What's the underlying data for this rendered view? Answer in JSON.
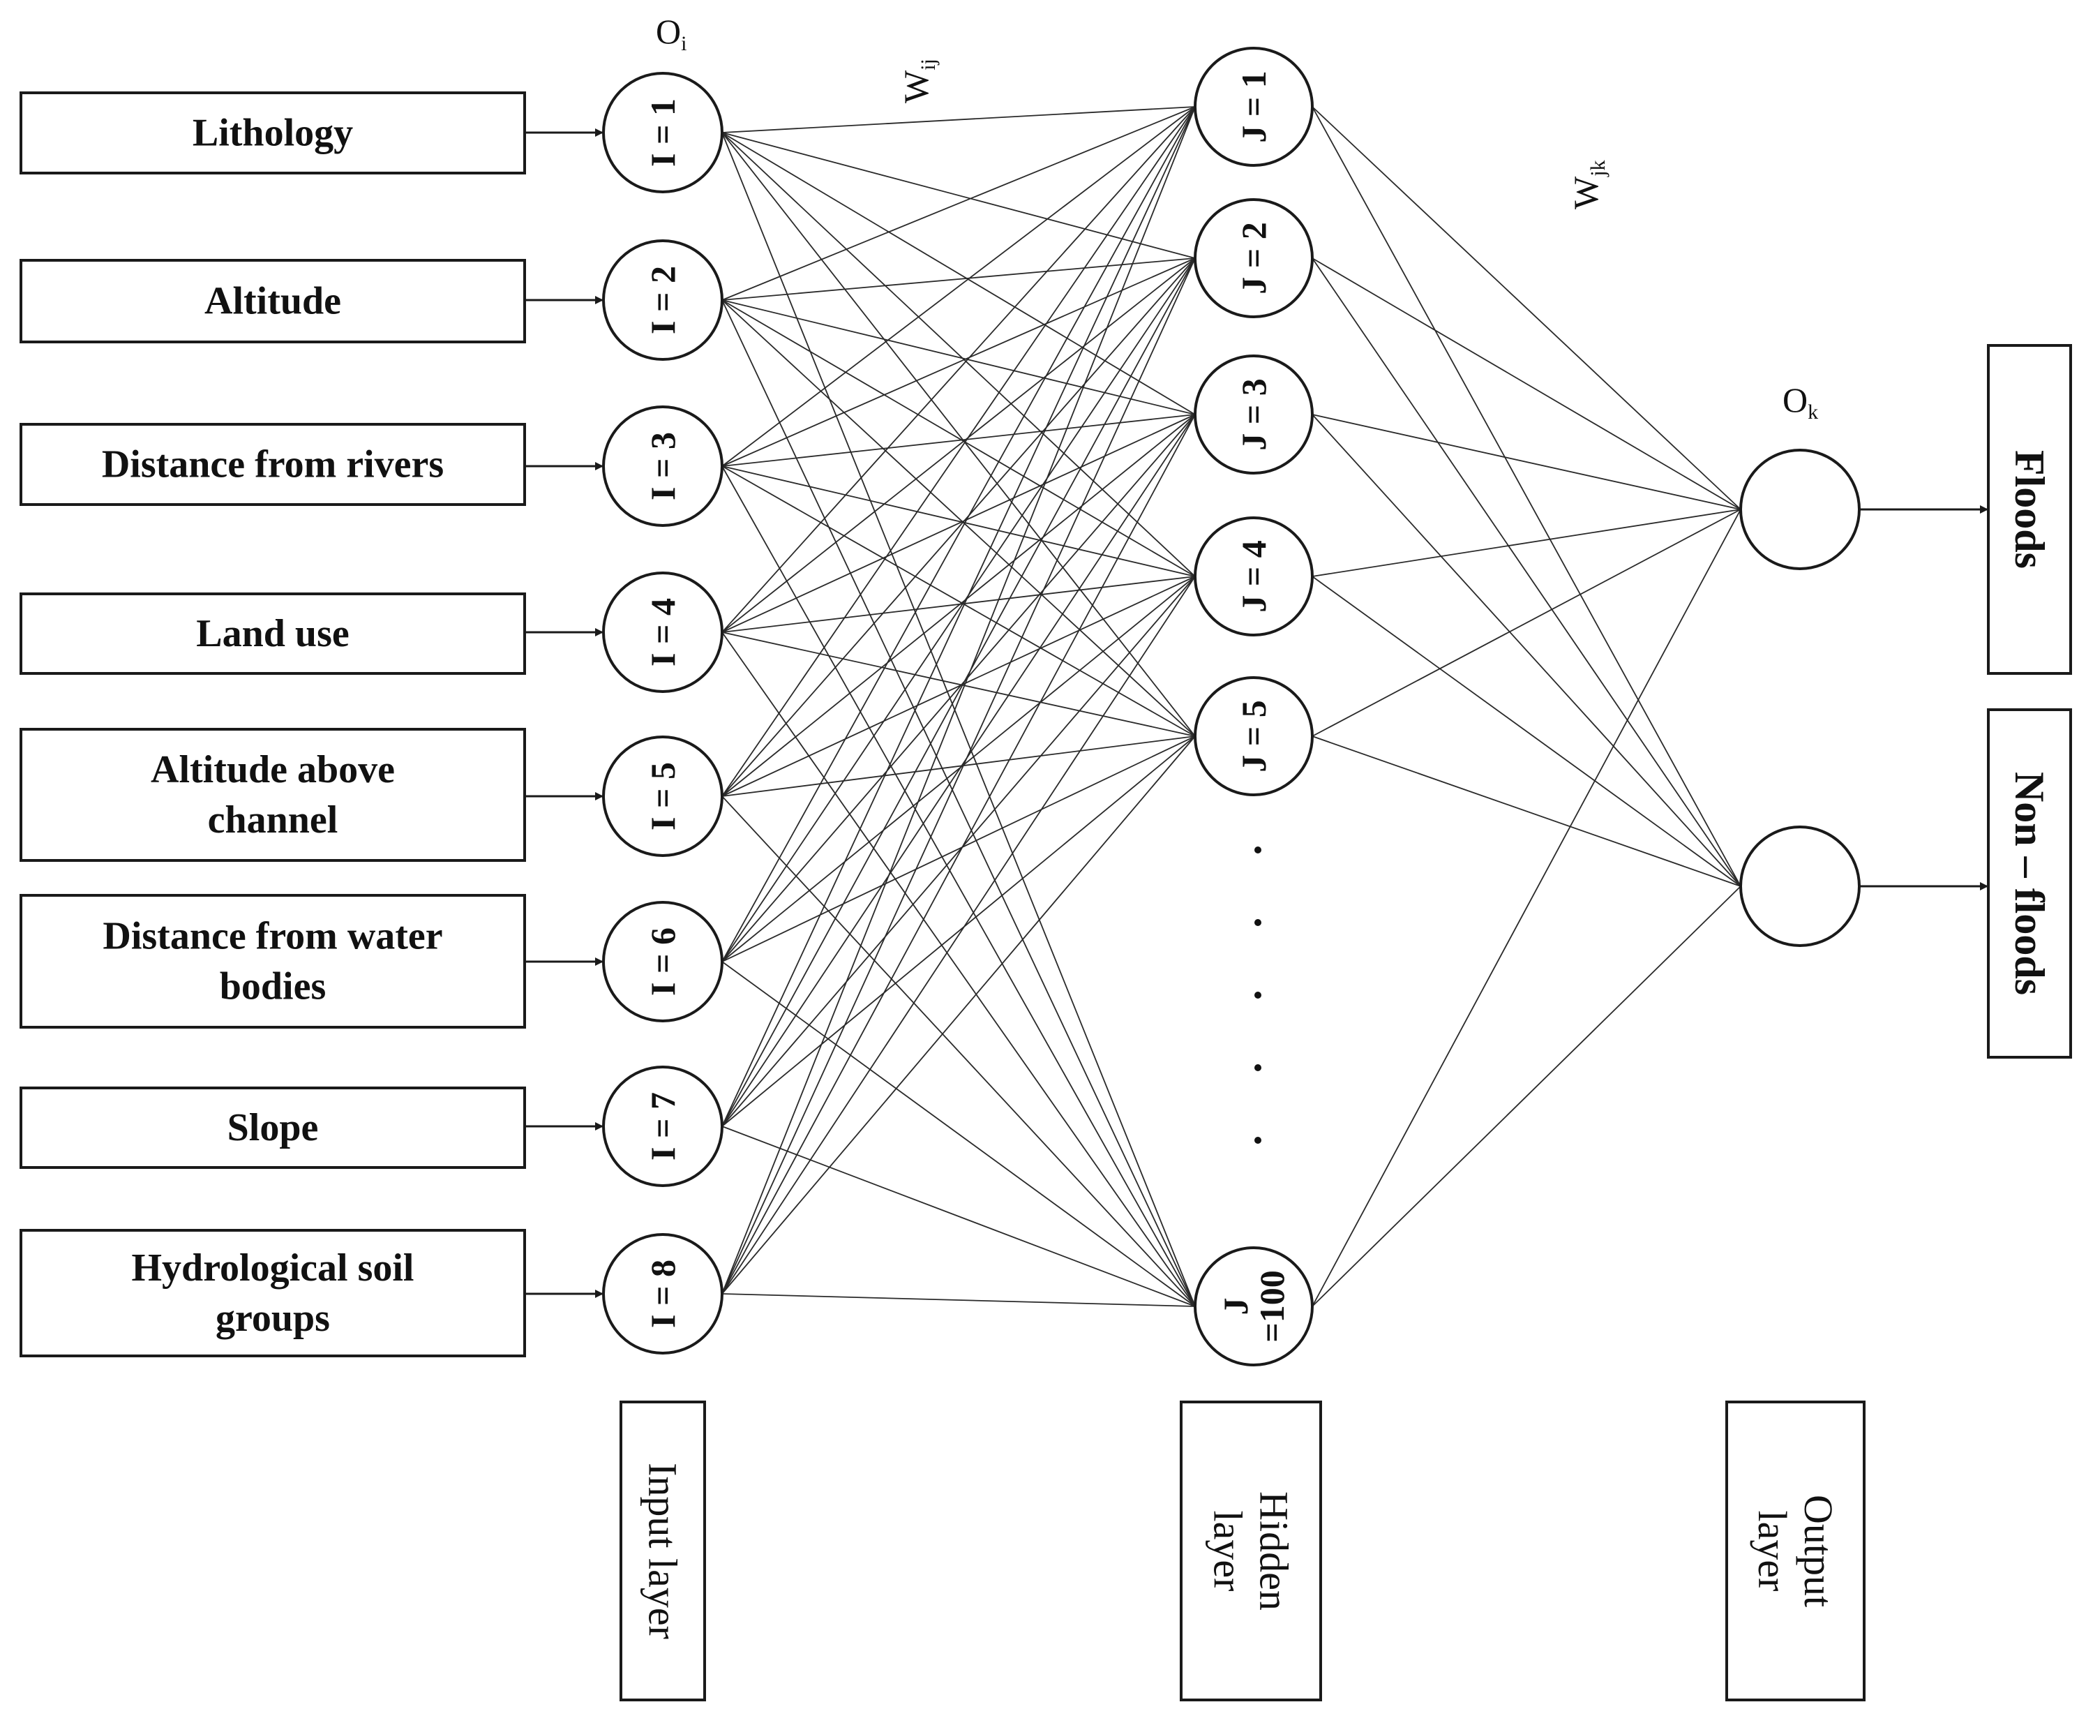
{
  "features": [
    [
      "Lithology"
    ],
    [
      "Altitude"
    ],
    [
      "Distance from rivers"
    ],
    [
      "Land use"
    ],
    [
      "Altitude above",
      "channel"
    ],
    [
      "Distance from water",
      "bodies"
    ],
    [
      "Slope"
    ],
    [
      "Hydrological soil",
      "groups"
    ]
  ],
  "input_nodes": [
    "I = 1",
    "I = 2",
    "I = 3",
    "I = 4",
    "I = 5",
    "I = 6",
    "I = 7",
    "I = 8"
  ],
  "hidden_nodes": [
    "J = 1",
    "J = 2",
    "J = 3",
    "J = 4",
    "J = 5"
  ],
  "hidden_last_node": [
    "J",
    "=100"
  ],
  "labels": {
    "o_i": "O",
    "o_i_sub": "i",
    "w_ij": "W",
    "w_ij_sub": "ij",
    "w_jk": "W",
    "w_jk_sub": "jk",
    "o_k": "O",
    "o_k_sub": "k"
  },
  "outputs": [
    "Floods",
    "Non – floods"
  ],
  "layers": {
    "input": [
      "Input layer"
    ],
    "hidden": [
      "Hidden",
      "layer"
    ],
    "output": [
      "Output",
      "layer"
    ]
  }
}
